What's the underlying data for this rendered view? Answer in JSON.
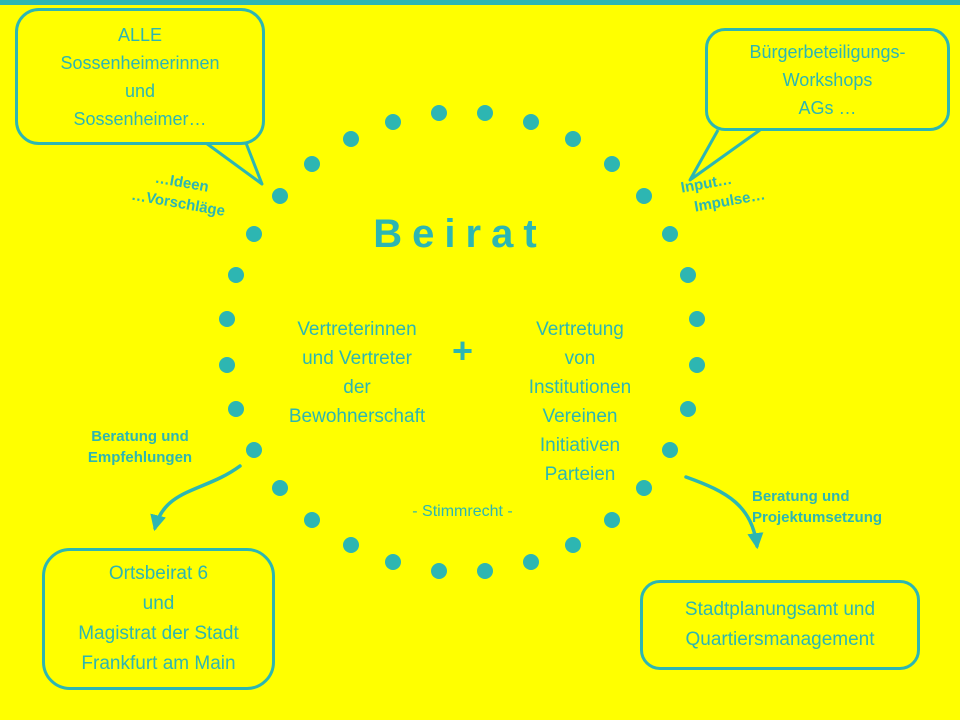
{
  "colors": {
    "background": "#FFFF00",
    "accent": "#2DB6B2"
  },
  "center": {
    "title": "Beirat",
    "residents_group": {
      "lines": [
        "Vertreterinnen",
        "und Vertreter",
        "der",
        "Bewohnerschaft"
      ]
    },
    "plus": "+",
    "institutions_group": {
      "lines": [
        "Vertretung",
        "von",
        "Institutionen",
        "Vereinen",
        "Initiativen",
        "Parteien"
      ]
    },
    "voting_note": "- Stimmrecht -"
  },
  "bubbles": {
    "top_left": {
      "lines": [
        "ALLE",
        "Sossenheimerinnen",
        "und",
        "Sossenheimer…"
      ]
    },
    "top_right": {
      "lines": [
        "Bürgerbeteiligungs-",
        "Workshops",
        "AGs …"
      ]
    }
  },
  "boxes": {
    "bottom_left": {
      "lines": [
        "Ortsbeirat 6",
        "und",
        "Magistrat der Stadt",
        "Frankfurt am Main"
      ]
    },
    "bottom_right": {
      "lines": [
        "Stadtplanungsamt und",
        "Quartiersmanagement"
      ]
    }
  },
  "labels": {
    "ideas": {
      "lines": [
        "…Ideen",
        "…Vorschläge"
      ]
    },
    "input": {
      "lines": [
        "Input…",
        "Impulse…"
      ]
    },
    "advice_left": {
      "lines": [
        "Beratung und",
        "Empfehlungen"
      ]
    },
    "advice_right": {
      "lines": [
        "Beratung und",
        "Projektumsetzung"
      ]
    }
  }
}
